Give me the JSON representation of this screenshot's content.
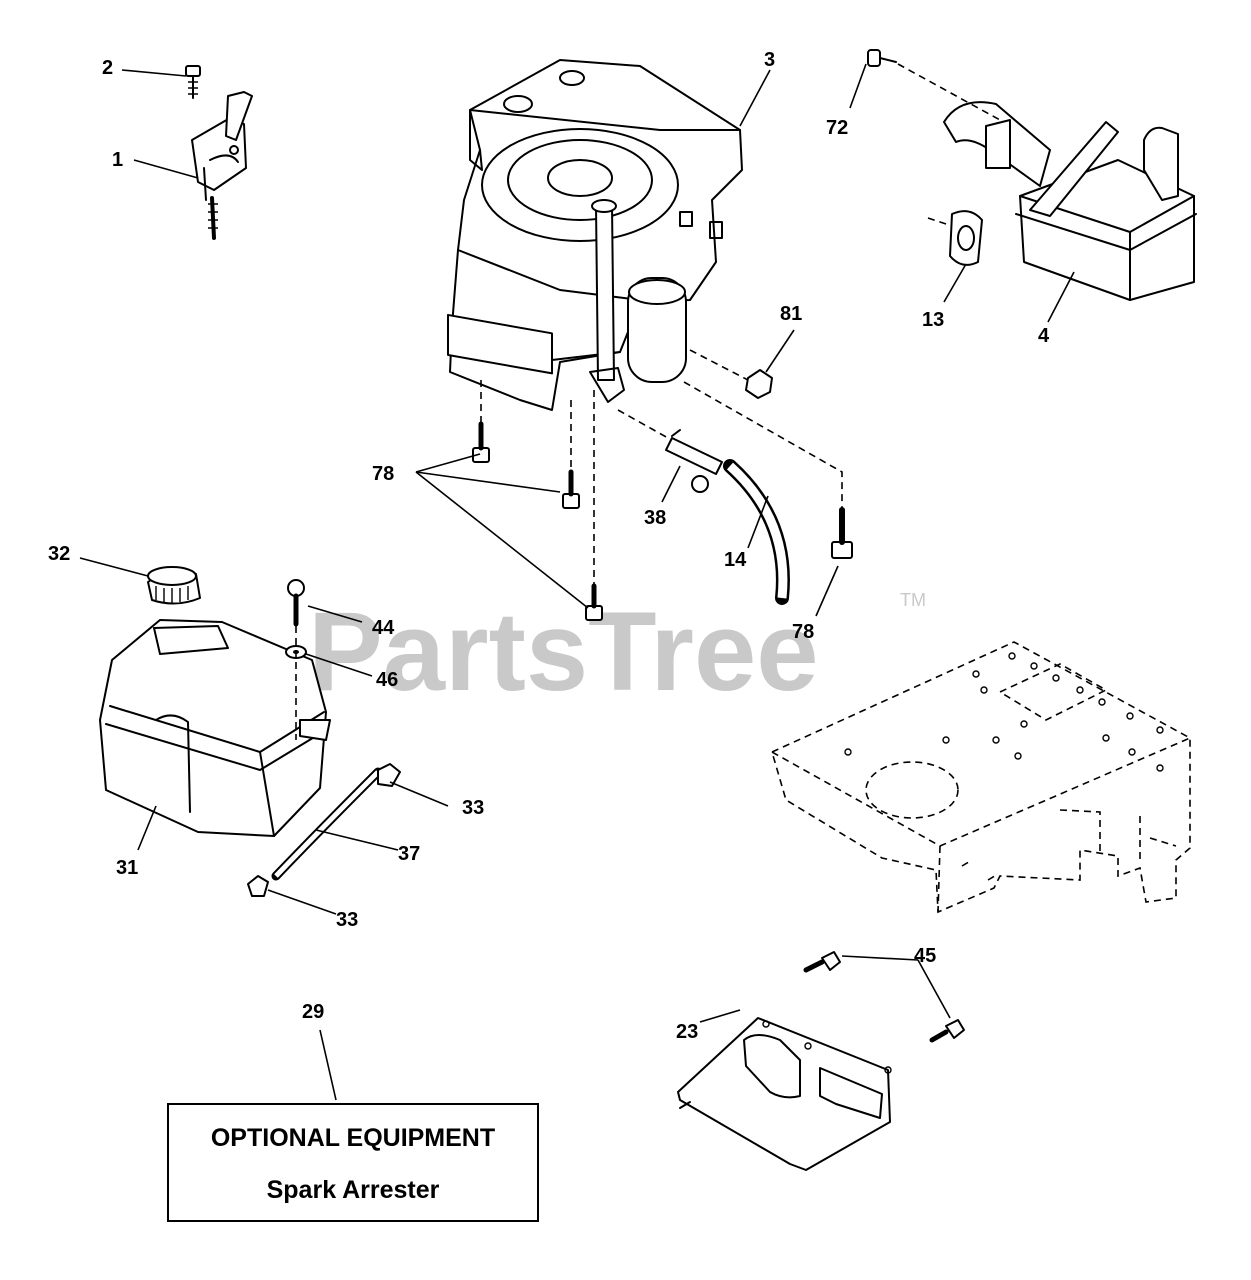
{
  "watermark": {
    "brand": "PartsTree",
    "trademark": "TM"
  },
  "callouts": [
    {
      "id": "c1",
      "label": "1"
    },
    {
      "id": "c2",
      "label": "2"
    },
    {
      "id": "c3",
      "label": "3"
    },
    {
      "id": "c4",
      "label": "4"
    },
    {
      "id": "c13",
      "label": "13"
    },
    {
      "id": "c14",
      "label": "14"
    },
    {
      "id": "c23",
      "label": "23"
    },
    {
      "id": "c29",
      "label": "29"
    },
    {
      "id": "c31",
      "label": "31"
    },
    {
      "id": "c32",
      "label": "32"
    },
    {
      "id": "c33a",
      "label": "33"
    },
    {
      "id": "c33b",
      "label": "33"
    },
    {
      "id": "c37",
      "label": "37"
    },
    {
      "id": "c38",
      "label": "38"
    },
    {
      "id": "c44",
      "label": "44"
    },
    {
      "id": "c45",
      "label": "45"
    },
    {
      "id": "c46",
      "label": "46"
    },
    {
      "id": "c72",
      "label": "72"
    },
    {
      "id": "c78a",
      "label": "78"
    },
    {
      "id": "c78b",
      "label": "78"
    },
    {
      "id": "c81",
      "label": "81"
    }
  ],
  "optional_box": {
    "title": "OPTIONAL EQUIPMENT",
    "item": "Spark Arrester"
  }
}
